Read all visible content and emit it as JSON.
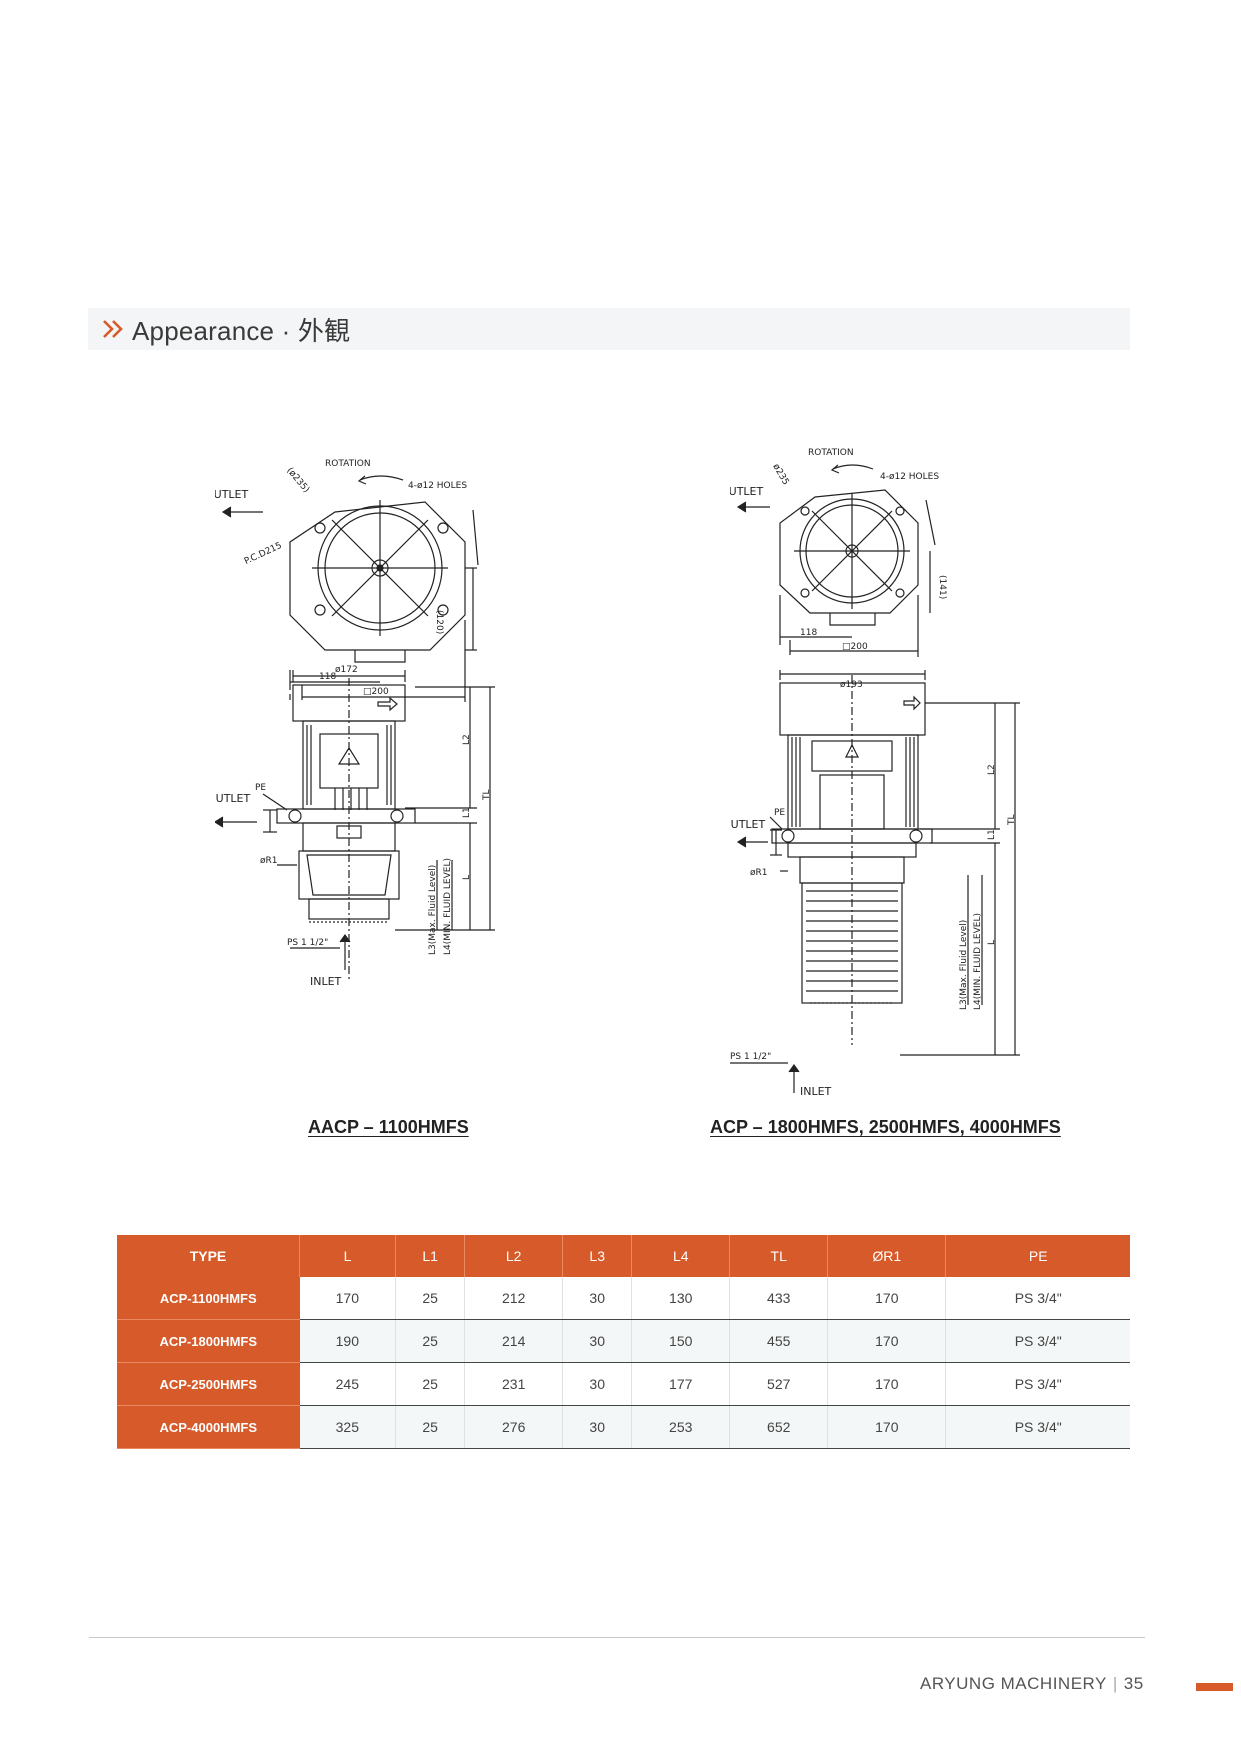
{
  "section": {
    "title": "Appearance · 外観"
  },
  "drawings": [
    {
      "caption": "AACP – 1100HMFS",
      "labels": {
        "rotation": "ROTATION",
        "holes": "4-ø12 HOLES",
        "outlet_top": "OUTLET",
        "d235": "(ø235)",
        "pcd215": "P.C.D215",
        "dim120": "(120)",
        "dim118": "118",
        "d200": "□200",
        "dim172": "ø172",
        "l2": "L2",
        "tl": "TL",
        "l1": "L1",
        "l": "L",
        "pe": "PE",
        "outlet_side": "OUTLET",
        "r1": "øR1",
        "l3": "L3(Max. Fluid Level)",
        "l4": "L4(MIN. FLUID LEVEL)",
        "ps": "PS 1 1/2\"",
        "inlet": "INLET"
      }
    },
    {
      "caption": "ACP – 1800HMFS, 2500HMFS, 4000HMFS",
      "labels": {
        "rotation": "ROTATION",
        "holes": "4-ø12 HOLES",
        "outlet_top": "OUTLET",
        "d235": "ø235",
        "dim141": "(141)",
        "dim118": "118",
        "d200": "□200",
        "dim193": "ø193",
        "l2": "L2",
        "tl": "TL",
        "l1": "L1",
        "l": "L",
        "pe": "PE",
        "outlet_side": "OUTLET",
        "r1": "øR1",
        "l3": "L3(Max. Fluid Level)",
        "l4": "L4(MIN. FLUID LEVEL)",
        "ps": "PS 1 1/2\"",
        "inlet": "INLET"
      }
    }
  ],
  "table": {
    "headers": [
      "TYPE",
      "L",
      "L1",
      "L2",
      "L3",
      "L4",
      "TL",
      "ØR1",
      "PE"
    ],
    "rows": [
      [
        "ACP-1100HMFS",
        "170",
        "25",
        "212",
        "30",
        "130",
        "433",
        "170",
        "PS 3/4\""
      ],
      [
        "ACP-1800HMFS",
        "190",
        "25",
        "214",
        "30",
        "150",
        "455",
        "170",
        "PS 3/4\""
      ],
      [
        "ACP-2500HMFS",
        "245",
        "25",
        "231",
        "30",
        "177",
        "527",
        "170",
        "PS 3/4\""
      ],
      [
        "ACP-4000HMFS",
        "325",
        "25",
        "276",
        "30",
        "253",
        "652",
        "170",
        "PS 3/4\""
      ]
    ]
  },
  "footer": {
    "brand": "ARYUNG MACHINERY",
    "page": "35"
  },
  "colors": {
    "accent": "#d65a2a",
    "header_bar": "#f3f5f6"
  }
}
